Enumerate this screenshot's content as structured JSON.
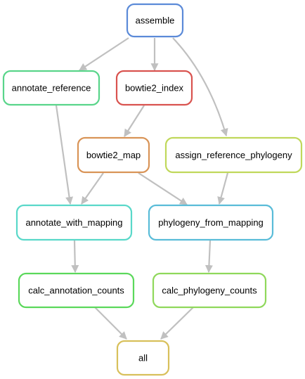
{
  "nodes": [
    {
      "id": "assemble",
      "label": "assemble",
      "color": "#5b8ad8"
    },
    {
      "id": "annotate_reference",
      "label": "annotate_reference",
      "color": "#59d58a"
    },
    {
      "id": "bowtie2_index",
      "label": "bowtie2_index",
      "color": "#d9534f"
    },
    {
      "id": "bowtie2_map",
      "label": "bowtie2_map",
      "color": "#d99457"
    },
    {
      "id": "assign_reference_phylogeny",
      "label": "assign_reference_phylogeny",
      "color": "#c0d85b"
    },
    {
      "id": "annotate_with_mapping",
      "label": "annotate_with_mapping",
      "color": "#59d8c9"
    },
    {
      "id": "phylogeny_from_mapping",
      "label": "phylogeny_from_mapping",
      "color": "#59bcd8"
    },
    {
      "id": "calc_annotation_counts",
      "label": "calc_annotation_counts",
      "color": "#5bd85b"
    },
    {
      "id": "calc_phylogeny_counts",
      "label": "calc_phylogeny_counts",
      "color": "#8fd85b"
    },
    {
      "id": "all",
      "label": "all",
      "color": "#d8c05b"
    }
  ],
  "edges": [
    {
      "from": "assemble",
      "to": "annotate_reference"
    },
    {
      "from": "assemble",
      "to": "bowtie2_index"
    },
    {
      "from": "assemble",
      "to": "assign_reference_phylogeny"
    },
    {
      "from": "bowtie2_index",
      "to": "bowtie2_map"
    },
    {
      "from": "annotate_reference",
      "to": "annotate_with_mapping"
    },
    {
      "from": "bowtie2_map",
      "to": "annotate_with_mapping"
    },
    {
      "from": "bowtie2_map",
      "to": "phylogeny_from_mapping"
    },
    {
      "from": "assign_reference_phylogeny",
      "to": "phylogeny_from_mapping"
    },
    {
      "from": "annotate_with_mapping",
      "to": "calc_annotation_counts"
    },
    {
      "from": "phylogeny_from_mapping",
      "to": "calc_phylogeny_counts"
    },
    {
      "from": "calc_annotation_counts",
      "to": "all"
    },
    {
      "from": "calc_phylogeny_counts",
      "to": "all"
    }
  ]
}
